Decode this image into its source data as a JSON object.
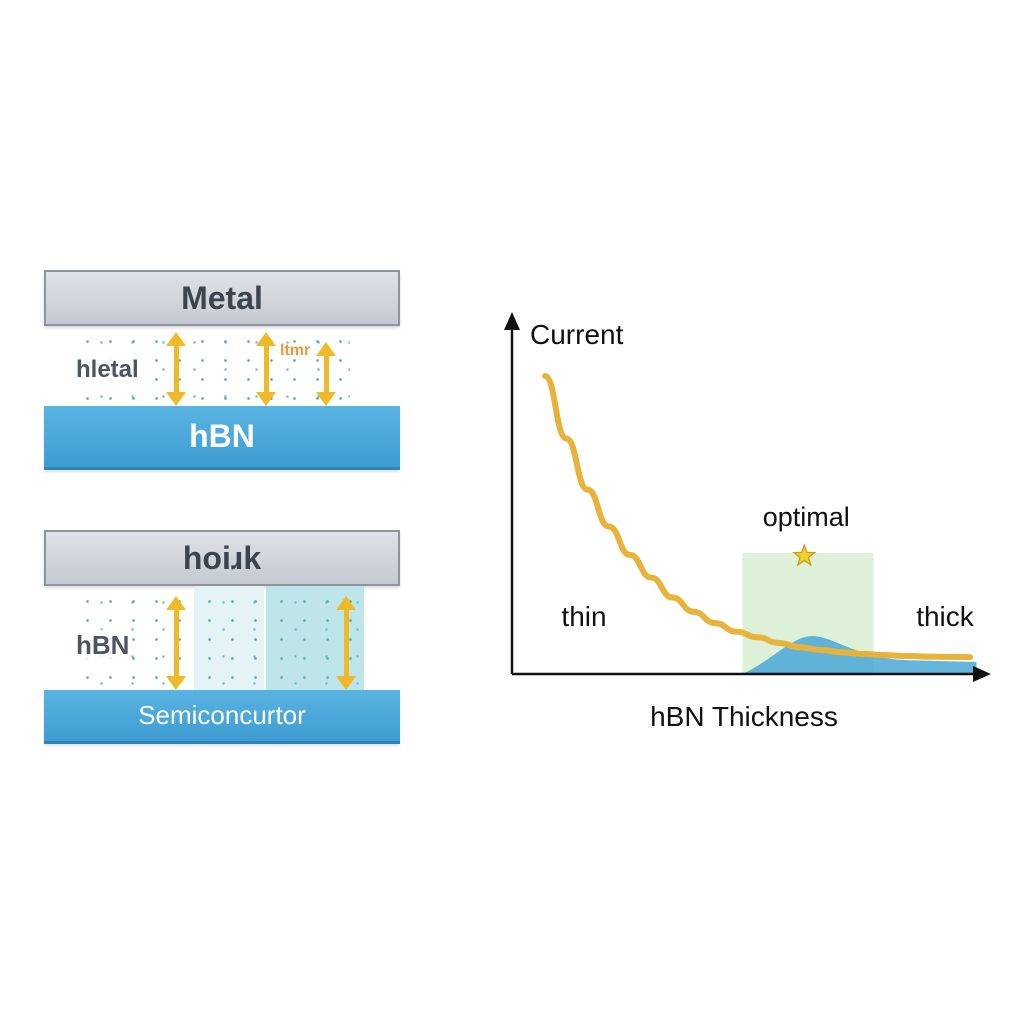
{
  "diagram": {
    "top_stack": {
      "top_layer": "Metal",
      "middle_label": "hletal",
      "middle_tag": "ltmr",
      "bottom_layer": "hBN"
    },
    "bottom_stack": {
      "top_layer": "hoiɹk",
      "middle_label": "hBN",
      "bottom_layer": "Semiconcurtor"
    }
  },
  "chart": {
    "y_axis_label": "Current",
    "x_axis_label": "hBN Thickness",
    "annotation_thin": "thin",
    "annotation_thick": "thick",
    "annotation_optimal": "optimal",
    "colors": {
      "curve": "#e8b33a",
      "optimal_region": "#d8efd3",
      "axis": "#111111"
    }
  },
  "chart_data": {
    "type": "line",
    "title": "",
    "xlabel": "hBN Thickness",
    "ylabel": "Current",
    "grid": false,
    "x": [
      0,
      0.05,
      0.1,
      0.15,
      0.2,
      0.25,
      0.3,
      0.35,
      0.4,
      0.45,
      0.5,
      0.55,
      0.6,
      0.65,
      0.7,
      0.75,
      0.8,
      0.85,
      0.9,
      0.95,
      1.0
    ],
    "series": [
      {
        "values": [
          1.0,
          0.78,
          0.6,
          0.47,
          0.37,
          0.29,
          0.22,
          0.17,
          0.13,
          0.1,
          0.08,
          0.06,
          0.045,
          0.035,
          0.027,
          0.021,
          0.017,
          0.014,
          0.012,
          0.011,
          0.01
        ]
      }
    ],
    "highlight_region": {
      "x_start": 0.5,
      "x_end": 0.78,
      "label": "optimal"
    },
    "optimal_point": {
      "x": 0.61,
      "y": 0.34
    },
    "annotations": [
      "thin",
      "thick",
      "optimal"
    ]
  }
}
